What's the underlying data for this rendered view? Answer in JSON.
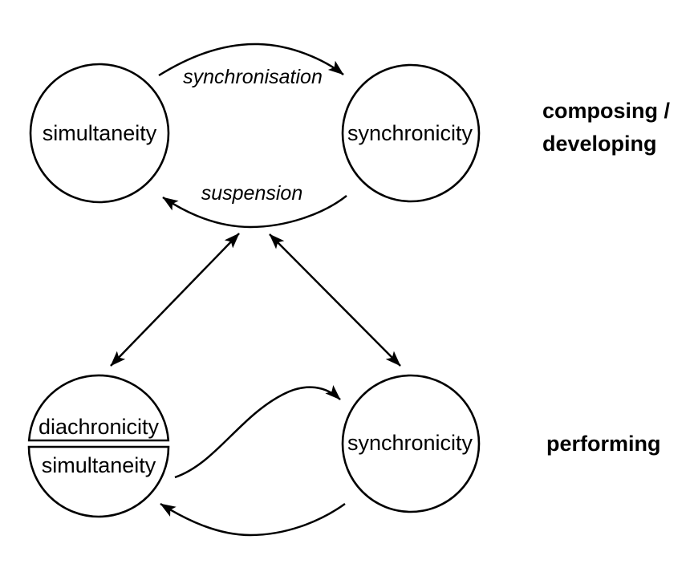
{
  "colors": {
    "background": "#ffffff",
    "ink": "#000000"
  },
  "nodes": {
    "top_left": "simultaneity",
    "top_right": "synchronicity",
    "bottom_left_upper": "diachronicity",
    "bottom_left_lower": "simultaneity",
    "bottom_right": "synchronicity"
  },
  "edges": {
    "synchronisation": "synchronisation",
    "suspension": "suspension"
  },
  "side_labels": {
    "composing_line1": "composing /",
    "composing_line2": "developing",
    "performing": "performing"
  }
}
